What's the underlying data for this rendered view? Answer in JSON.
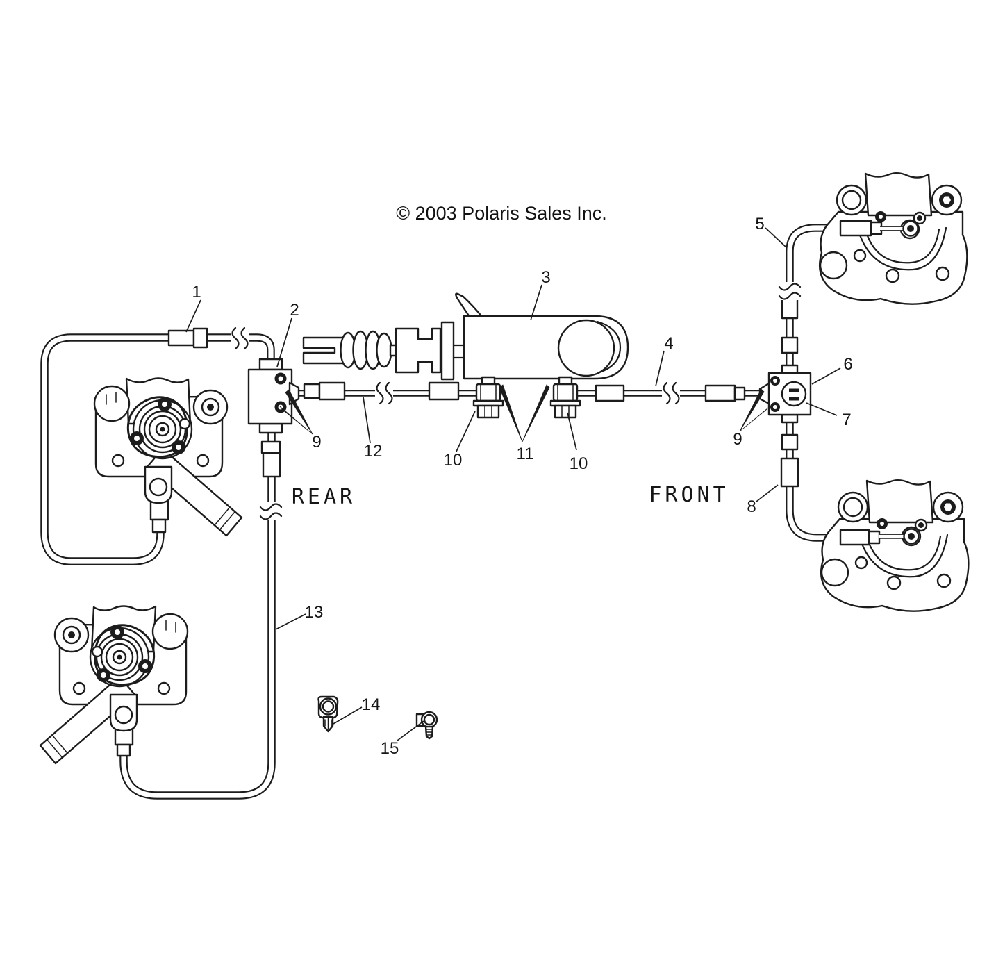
{
  "diagram": {
    "copyright": "© 2003 Polaris Sales Inc.",
    "section_labels": {
      "rear": "REAR",
      "front": "FRONT"
    },
    "callouts": {
      "n1": "1",
      "n2": "2",
      "n3": "3",
      "n4": "4",
      "n5": "5",
      "n6": "6",
      "n7": "7",
      "n8": "8",
      "n9_rear": "9",
      "n9_front": "9",
      "n10_left": "10",
      "n10_right": "10",
      "n11": "11",
      "n12": "12",
      "n13": "13",
      "n14": "14",
      "n15": "15"
    },
    "colors": {
      "line": "#1c1c1c",
      "background": "#ffffff"
    }
  }
}
